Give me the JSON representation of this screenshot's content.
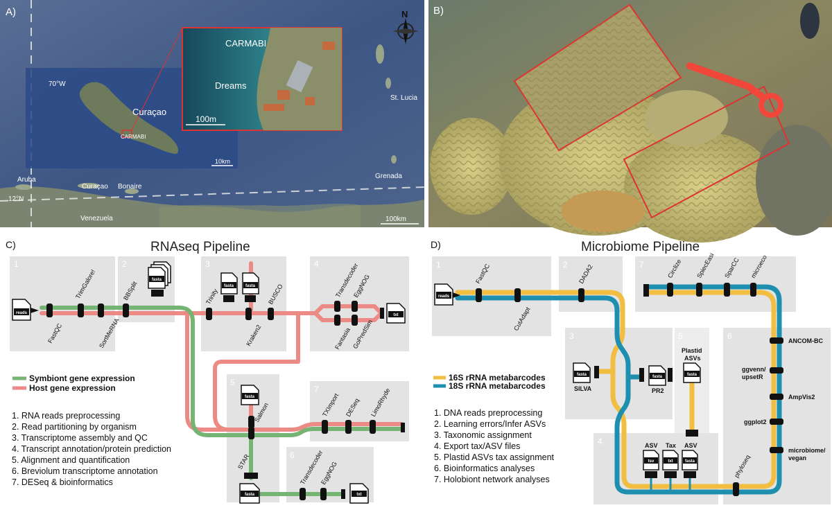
{
  "panels": {
    "a": {
      "letter": "A)",
      "north": "N",
      "lon_label": "70°W",
      "lat_label": "12°N",
      "places": {
        "curacao_big": "Curaçao",
        "carmabi_small": "CARMABI",
        "aruba": "Aruba",
        "curacao": "Curaçao",
        "bonaire": "Bonaire",
        "venezuela": "Venezuela",
        "st_lucia": "St. Lucia",
        "grenada": "Grenada",
        "carmabi_inset": "CARMABI",
        "dreams": "Dreams"
      },
      "scales": {
        "s100km": "100km",
        "s10km": "10km",
        "s100m": "100m"
      }
    },
    "b": {
      "letter": "B)"
    },
    "c": {
      "letter": "C)",
      "title": "RNAseq Pipeline",
      "stage_numbers": [
        "1",
        "2",
        "3",
        "4",
        "5",
        "6",
        "7"
      ],
      "tools": {
        "fastqc": "FastQC",
        "trimgalore": "TrimGalore!",
        "sortmerna": "SortMeRNA",
        "bbsplit": "BBSplit",
        "trinity": "Trinity",
        "kraken2": "Kraken2",
        "busco": "BUSCO",
        "transdecoder": "Transdecoder",
        "eggnog": "EggNOG",
        "fantasia": "Fantasia",
        "gopredsim": "GoPredSim",
        "salmon": "Salmon",
        "star": "STAR",
        "tximport": "TXImport",
        "deseq": "DESeq",
        "limorhyde": "LimoRhyde",
        "transdecoder6": "Transdecoder",
        "eggnog6": "EggNOG"
      },
      "files": {
        "reads": "reads",
        "fasta2": "fasta",
        "fasta3a": "fasta",
        "fasta3b": "fasta",
        "txt4": "txt",
        "fasta5": "fasta",
        "fasta_star": "fasta",
        "txt6": "txt"
      },
      "legend": {
        "symbiont": "Symbiont gene expression",
        "host": "Host gene expression"
      },
      "steps": [
        "1. RNA reads preprocessing",
        "2. Read partitioning by organism",
        "3. Transcriptome assembly and QC",
        "4. Transcript annotation/protein prediction",
        "5. Alignment and quantification",
        "6. Breviolum transcriptome annotation",
        "7. DESeq & bioinformatics"
      ]
    },
    "d": {
      "letter": "D)",
      "title": "Microbiome Pipeline",
      "stage_numbers": [
        "1",
        "2",
        "3",
        "4",
        "5",
        "6",
        "7"
      ],
      "tools": {
        "fastqc": "FastQC",
        "cutadapt": "CutAdapt",
        "dada2": "DADA2",
        "circlize": "Circlize",
        "spieceasi": "SpiecEasi",
        "sparcc": "SparCC",
        "microeco": "microeco",
        "silva": "SILVA",
        "pr2": "PR2",
        "ancombc": "ANCOM-BC",
        "ggvenn1": "ggvenn/",
        "ggvenn2": "upsetR",
        "ampvis2": "AmpVis2",
        "ggplot2": "ggplot2",
        "mbv1": "microbiome/",
        "mbv2": "vegan",
        "phyloseq": "phyloseq",
        "plastid1": "Plastid",
        "plastid2": "ASVs",
        "asv1": "ASV",
        "tax": "Tax",
        "asv2": "ASV"
      },
      "files": {
        "reads": "reads",
        "fasta_silva": "fasta",
        "fasta_pr2": "fasta",
        "fasta_plastid": "fasta",
        "tsv": "tsv",
        "txt": "txt",
        "fasta_asv": "fasta"
      },
      "legend": {
        "s16": "16S rRNA metabarcodes",
        "s18": "18S rRNA metabarcodes"
      },
      "steps": [
        "1. DNA reads preprocessing",
        "2. Learning errors/Infer ASVs",
        "3. Taxonomic assignment",
        "4. Export tax/ASV files",
        "5. Plastid ASVs tax assignment",
        "6. Bioinformatics analyses",
        "7. Holobiont network analyses"
      ]
    }
  },
  "colors": {
    "green": "#75b472",
    "red": "#ec8a86",
    "yellow": "#f1be41",
    "blue": "#1f8fb0",
    "box": "#e3e3e3",
    "dark": "#111111"
  }
}
